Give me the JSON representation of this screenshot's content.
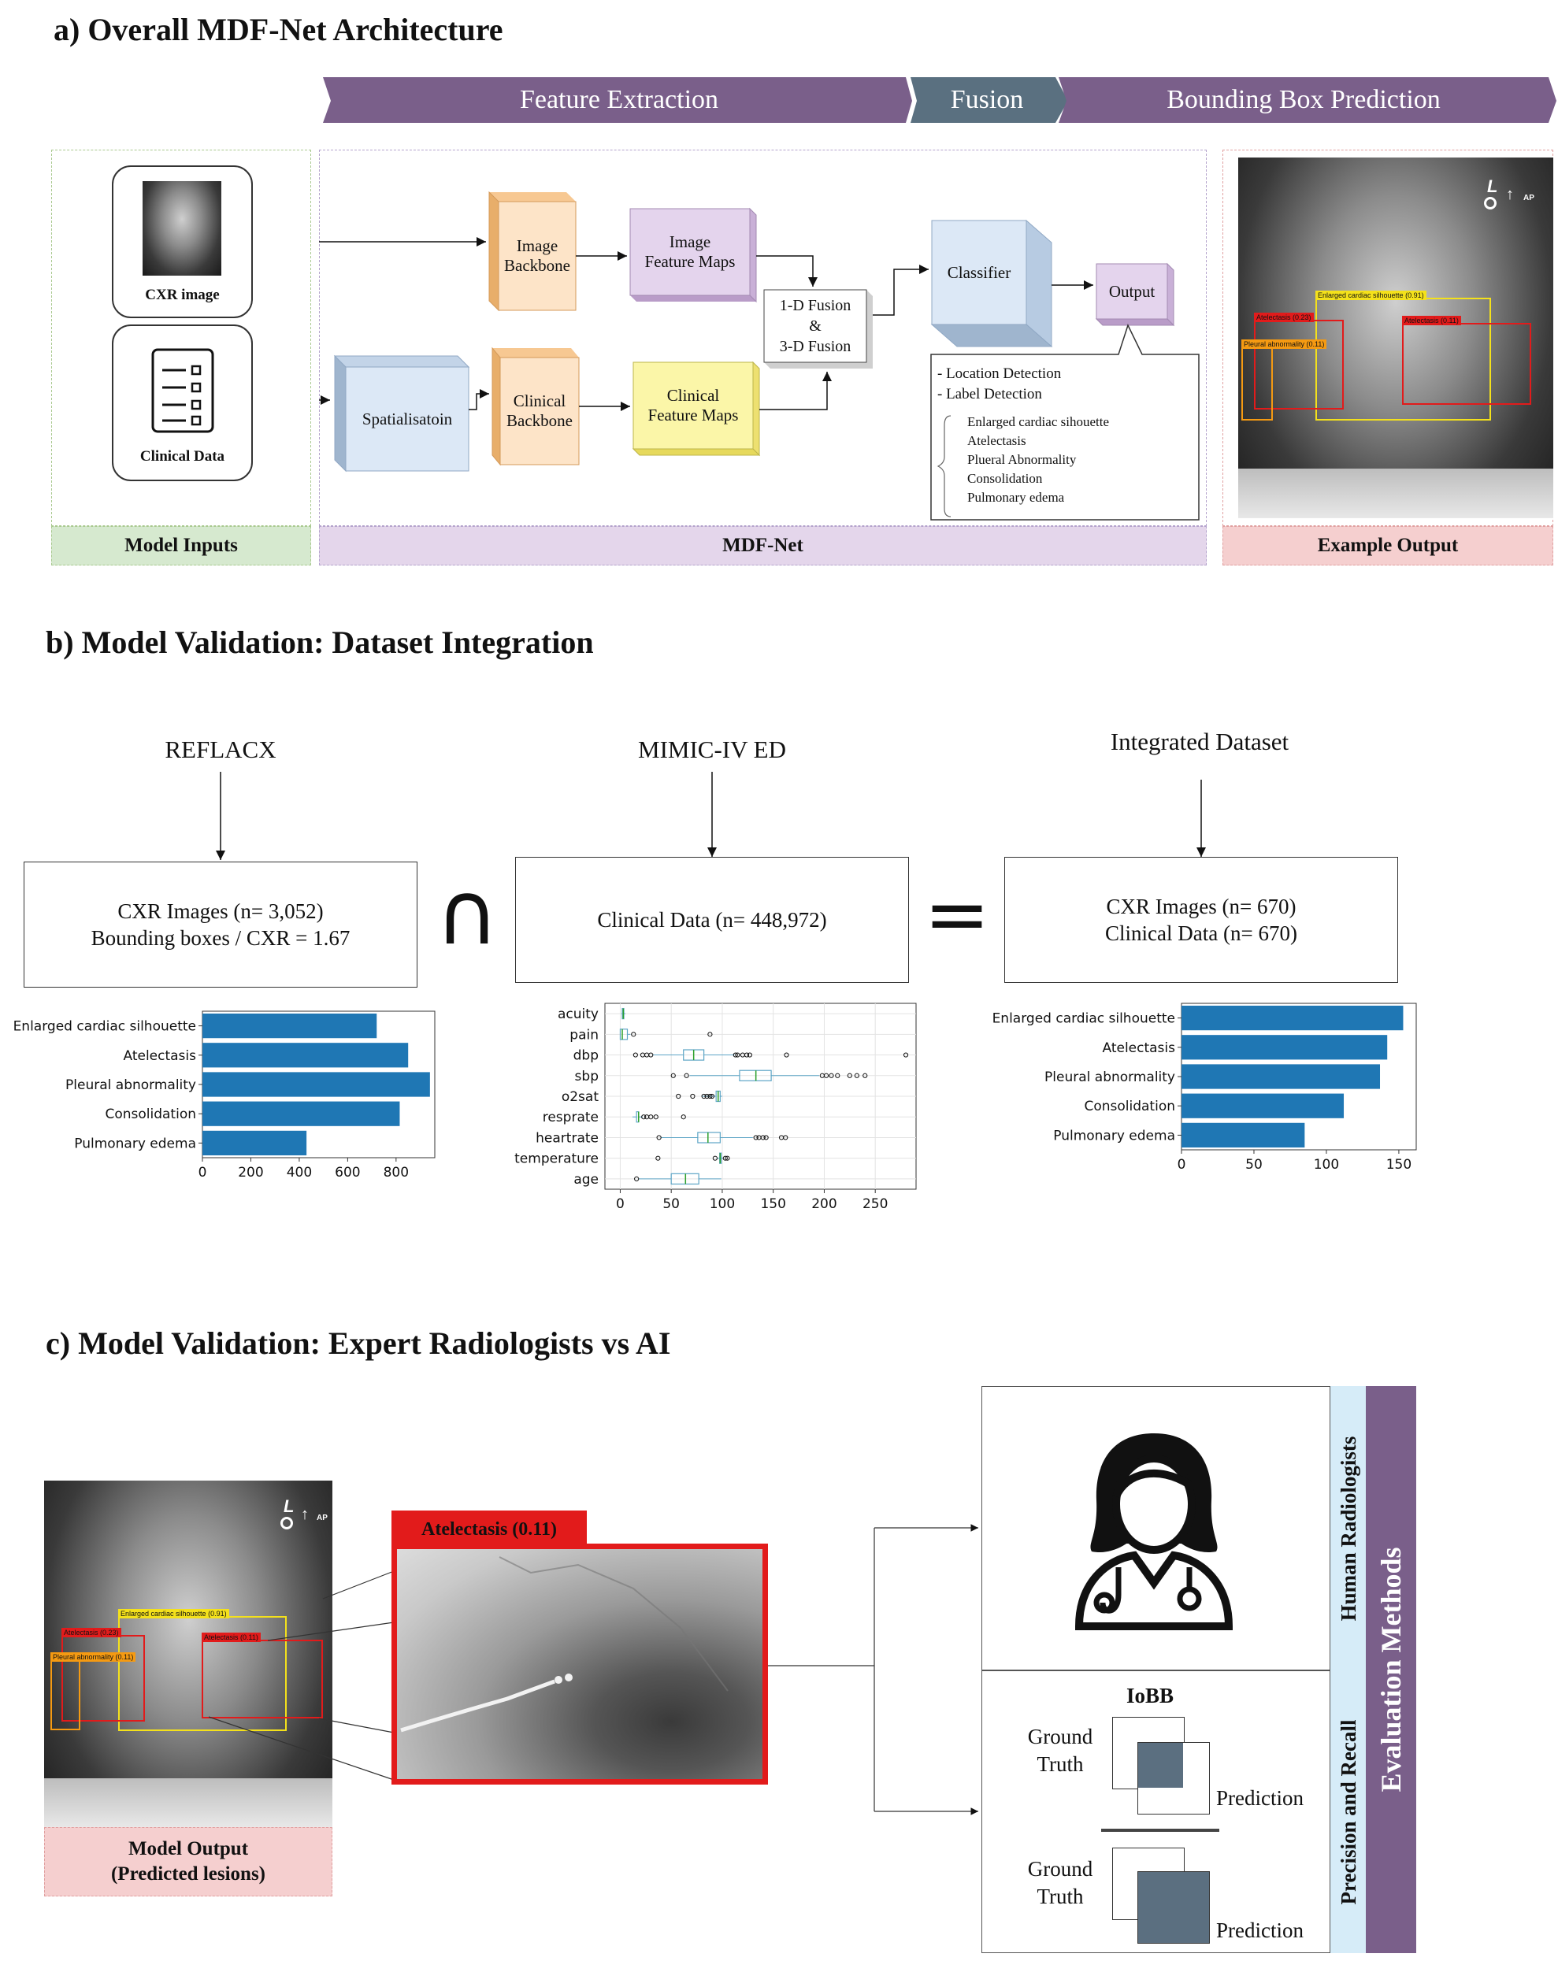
{
  "panel_a": {
    "title": "a) Overall MDF-Net Architecture",
    "stages": [
      "Feature Extraction",
      "Fusion",
      "Bounding Box Prediction"
    ],
    "inputs": {
      "cxr_label": "CXR image",
      "clinical_label": "Clinical Data",
      "footer": "Model Inputs"
    },
    "net": {
      "image_backbone": "Image\nBackbone",
      "image_feature_maps": "Image\nFeature Maps",
      "spatialisation": "Spatialisatoin",
      "clinical_backbone": "Clinical\nBackbone",
      "clinical_feature_maps": "Clinical\nFeature Maps",
      "fusion": "1-D Fusion\n&\n3-D Fusion",
      "classifier": "Classifier",
      "output": "Output",
      "output_items": [
        "- Location Detection",
        "- Label Detection"
      ],
      "labels": [
        "Enlarged cardiac sihouette",
        "Atelectasis",
        "Plueral Abnormality",
        "Consolidation",
        "Pulmonary edema"
      ],
      "footer": "MDF-Net"
    },
    "example": {
      "footer": "Example Output",
      "boxes": [
        {
          "label": "Enlarged cardiac silhouette (0.91)",
          "color": "#f4e11b"
        },
        {
          "label": "Atelectasis (0.23)",
          "color": "#e21b1b"
        },
        {
          "label": "Atelectasis (0.11)",
          "color": "#e21b1b"
        },
        {
          "label": "Pleural abnormality (0.11)",
          "color": "#f59a12"
        }
      ],
      "markers": [
        "L",
        "AP"
      ]
    }
  },
  "panel_b": {
    "title": "b) Model Validation: Dataset Integration",
    "sources": [
      {
        "name": "REFLACX",
        "lines": [
          "CXR Images (n= 3,052)",
          "Bounding boxes / CXR = 1.67"
        ]
      },
      {
        "name": "MIMIC-IV ED",
        "lines": [
          "Clinical Data (n= 448,972)"
        ]
      },
      {
        "name": "Integrated Dataset",
        "lines": [
          "CXR Images (n= 670)",
          "Clinical Data (n= 670)"
        ]
      }
    ],
    "operators": [
      "∩",
      "="
    ]
  },
  "chart_data": [
    {
      "type": "bar",
      "orientation": "horizontal",
      "categories": [
        "Enlarged cardiac silhouette",
        "Atelectasis",
        "Pleural abnormality",
        "Consolidation",
        "Pulmonary edema"
      ],
      "values": [
        720,
        850,
        940,
        815,
        430
      ],
      "xlim": [
        0,
        960
      ],
      "xticks": [
        "0",
        "200",
        "400",
        "600",
        "800"
      ],
      "color": "#1f77b4"
    },
    {
      "type": "box",
      "orientation": "horizontal",
      "categories": [
        "acuity",
        "pain",
        "dbp",
        "sbp",
        "o2sat",
        "resprate",
        "heartrate",
        "temperature",
        "age"
      ],
      "boxes": [
        {
          "q1": 2,
          "median": 3,
          "q3": 3,
          "wl": 1,
          "wh": 5,
          "outliers": []
        },
        {
          "q1": 0,
          "median": 2,
          "q3": 7,
          "wl": 0,
          "wh": 10,
          "outliers": [
            13,
            88
          ]
        },
        {
          "q1": 62,
          "median": 72,
          "q3": 82,
          "wl": 32,
          "wh": 112,
          "outliers": [
            15,
            22,
            26,
            30,
            113,
            115,
            120,
            124,
            127,
            163,
            280
          ]
        },
        {
          "q1": 117,
          "median": 133,
          "q3": 148,
          "wl": 68,
          "wh": 195,
          "outliers": [
            52,
            65,
            198,
            202,
            207,
            213,
            225,
            232,
            240
          ]
        },
        {
          "q1": 94,
          "median": 96,
          "q3": 98,
          "wl": 80,
          "wh": 100,
          "outliers": [
            57,
            71,
            82,
            85,
            88,
            90
          ]
        },
        {
          "q1": 16,
          "median": 18,
          "q3": 18,
          "wl": 12,
          "wh": 22,
          "outliers": [
            23,
            26,
            30,
            35,
            62
          ]
        },
        {
          "q1": 76,
          "median": 86,
          "q3": 98,
          "wl": 40,
          "wh": 130,
          "outliers": [
            38,
            133,
            136,
            140,
            143,
            158,
            162
          ]
        },
        {
          "q1": 97.5,
          "median": 98,
          "q3": 98.5,
          "wl": 95,
          "wh": 101,
          "outliers": [
            37,
            93,
            103,
            105
          ]
        },
        {
          "q1": 50,
          "median": 64,
          "q3": 77,
          "wl": 18,
          "wh": 99,
          "outliers": [
            16
          ]
        }
      ],
      "xlim": [
        -15,
        290
      ],
      "xticks": [
        "0",
        "50",
        "100",
        "150",
        "200",
        "250"
      ],
      "color": "#5da5c6"
    },
    {
      "type": "bar",
      "orientation": "horizontal",
      "categories": [
        "Enlarged cardiac silhouette",
        "Atelectasis",
        "Pleural abnormality",
        "Consolidation",
        "Pulmonary edema"
      ],
      "values": [
        153,
        142,
        137,
        112,
        85
      ],
      "xlim": [
        0,
        162
      ],
      "xticks": [
        "0",
        "50",
        "100",
        "150"
      ],
      "color": "#1f77b4"
    }
  ],
  "panel_c": {
    "title": "c) Model Validation: Expert Radiologists vs AI",
    "model_output": "Model Output\n(Predicted lesions)",
    "zoom_label": "Atelectasis (0.11)",
    "human_label": "Human Radiologists",
    "precision_label": "Precision and Recall",
    "eval_label": "Evaluation Methods",
    "iobb": "IoBB",
    "ground_truth": "Ground\nTruth",
    "prediction": "Prediction"
  }
}
